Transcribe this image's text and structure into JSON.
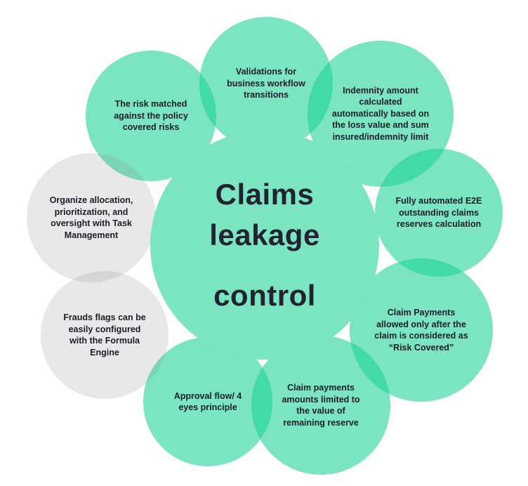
{
  "diagram": {
    "title": "Claims leakage control",
    "title_lines": [
      "Claims",
      "leakage",
      "control"
    ],
    "colors": {
      "mint": "#7ae5c0",
      "mint_overlap": "#42daa5",
      "grey": "#e8e8e8",
      "grey_overlap": "#d5d5d5",
      "text": "#1d1d2b",
      "background": "#ffffff"
    },
    "nodes": [
      {
        "id": "validations",
        "variant": "mint",
        "label": "Validations for business workflow transitions"
      },
      {
        "id": "risk-match",
        "variant": "mint",
        "label": "The risk matched against the policy covered risks"
      },
      {
        "id": "indemnity",
        "variant": "mint",
        "label": "Indemnity amount calculated automatically based on the loss value and sum insured/indemnity limit"
      },
      {
        "id": "fully-automated-reserves",
        "variant": "mint",
        "label": "Fully automated E2E outstanding claims reserves calculation"
      },
      {
        "id": "claim-payments-allowed",
        "variant": "mint",
        "label": "Claim Payments allowed only after the claim is considered as “Risk Covered”"
      },
      {
        "id": "payments-limited",
        "variant": "mint",
        "label": "Claim payments amounts limited to the value of remaining reserve"
      },
      {
        "id": "approval-flow",
        "variant": "mint",
        "label": "Approval flow/ 4 eyes principle"
      },
      {
        "id": "frauds-flags",
        "variant": "grey",
        "label": "Frauds flags can be easily configured with the Formula Engine"
      },
      {
        "id": "task-management",
        "variant": "grey",
        "label": "Organize allocation, prioritization, and oversight with Task Management"
      }
    ]
  }
}
